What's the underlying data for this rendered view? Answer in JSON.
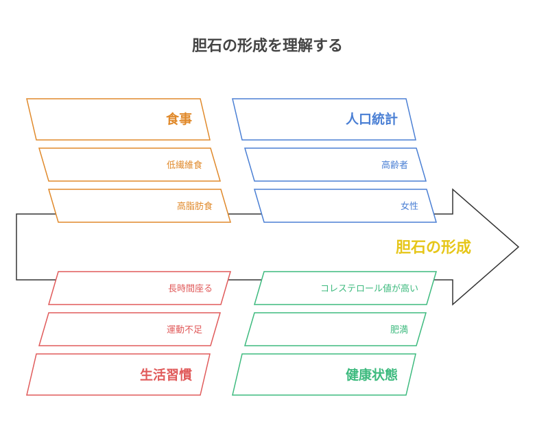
{
  "title": "胆石の形成を理解する",
  "center_label": "胆石の形成",
  "colors": {
    "title": "#444444",
    "arrow": "#333333",
    "center": "#e6c619",
    "diet": "#e0892a",
    "demographics": "#4a7fd4",
    "lifestyle": "#e05a5a",
    "health": "#3dba7e"
  },
  "categories": {
    "diet": {
      "label": "食事",
      "items": [
        "低繊維食",
        "高脂肪食"
      ]
    },
    "demographics": {
      "label": "人口統計",
      "items": [
        "高齢者",
        "女性"
      ]
    },
    "lifestyle": {
      "label": "生活習慣",
      "items": [
        "長時間座る",
        "運動不足"
      ]
    },
    "health": {
      "label": "健康状態",
      "items": [
        "コレステロール値が高い",
        "肥満"
      ]
    }
  }
}
